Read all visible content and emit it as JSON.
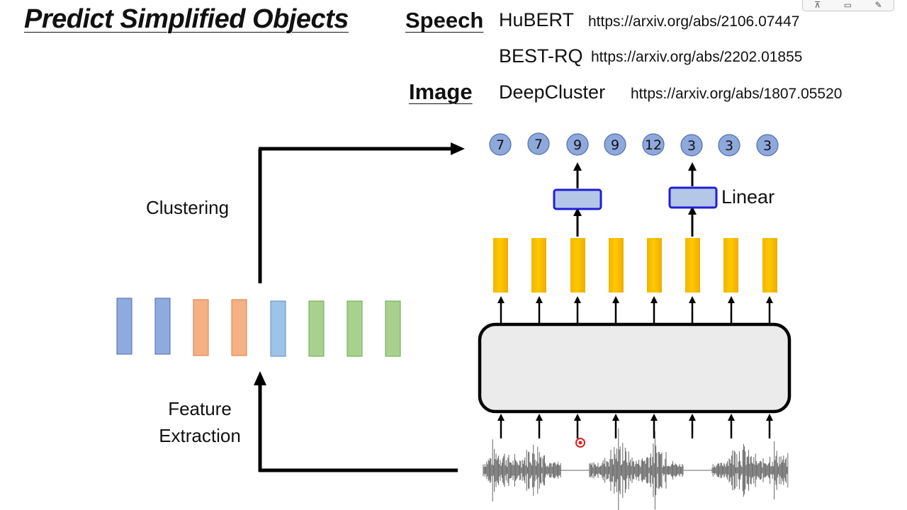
{
  "title": "Predict Simplified Objects",
  "references": {
    "speech_label": "Speech",
    "image_label": "Image",
    "items": [
      {
        "model": "HuBERT",
        "url": "https://arxiv.org/abs/2106.07447"
      },
      {
        "model": "BEST-RQ",
        "url": "https://arxiv.org/abs/2202.01855"
      },
      {
        "model": "DeepCluster",
        "url": "https://arxiv.org/abs/1807.05520"
      }
    ]
  },
  "diagram": {
    "clustering_label": "Clustering",
    "feature_label_line1": "Feature",
    "feature_label_line2": "Extraction",
    "linear_label": "Linear",
    "cluster_ids": [
      "7",
      "7",
      "9",
      "9",
      "12",
      "3",
      "3",
      "3"
    ],
    "feature_colors": [
      "blue",
      "blue",
      "orange",
      "orange",
      "light-blue",
      "green",
      "green",
      "green"
    ]
  },
  "window_controls": [
    "pin-icon",
    "minimize-icon",
    "close-icon"
  ],
  "colors": {
    "circle_fill": "#8fa8dc",
    "linear_fill": "#b4c7e7",
    "linear_border": "#1f1fd6",
    "encoder_fill": "#ebebeb",
    "yellow_bar": "#ffc000",
    "feat_blue": "#8faadc",
    "feat_orange": "#f4b183",
    "feat_lightblue": "#9dc3e6",
    "feat_green": "#a9d18e",
    "waveform": "#666666",
    "cursor": "#e01f1f"
  }
}
